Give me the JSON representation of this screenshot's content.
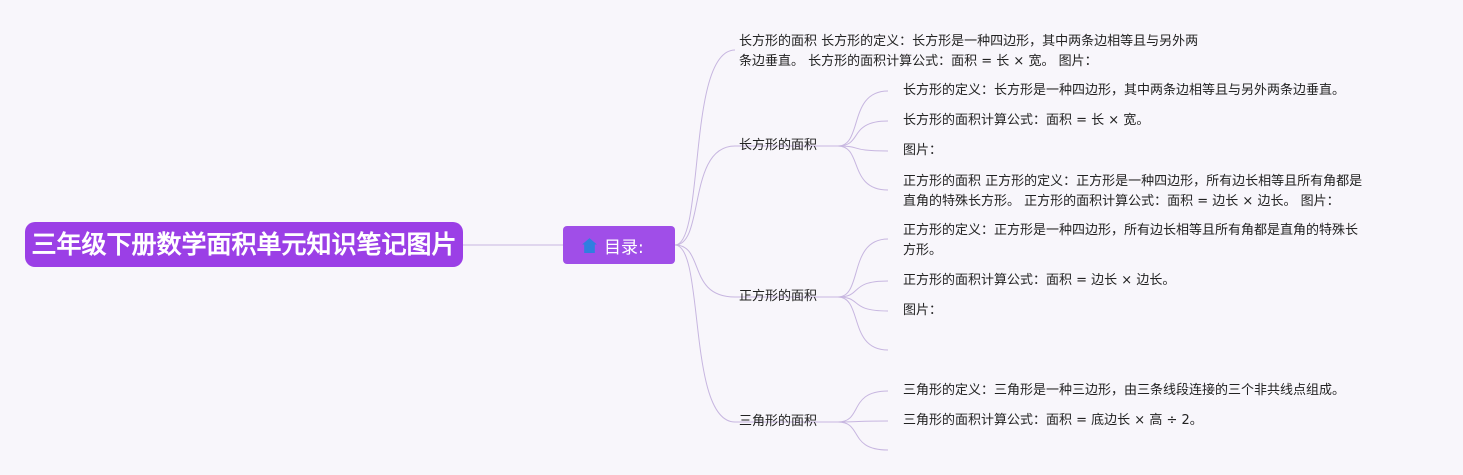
{
  "root": {
    "title": "三年级下册数学面积单元知识笔记图片"
  },
  "hub": {
    "label": "目录:",
    "icon": "house-icon",
    "color": "#a04ee8"
  },
  "colors": {
    "root": "#9b3fe6",
    "line": "#c7b6e0",
    "background": "#f8f6fb"
  },
  "summary": {
    "line1": "长方形的面积 长方形的定义：长方形是一种四边形，其中两条边相等且与另外两",
    "line2": "条边垂直。 长方形的面积计算公式：面积 = 长 × 宽。 图片："
  },
  "sections": [
    {
      "label": "长方形的面积",
      "children": [
        "长方形的定义：长方形是一种四边形，其中两条边相等且与另外两条边垂直。",
        "长方形的面积计算公式：面积 = 长 × 宽。",
        "图片：",
        [
          "正方形的面积 正方形的定义：正方形是一种四边形，所有边长相等且所有角都是",
          "直角的特殊长方形。 正方形的面积计算公式：面积 = 边长 × 边长。 图片："
        ]
      ]
    },
    {
      "label": "正方形的面积",
      "children": [
        [
          "正方形的定义：正方形是一种四边形，所有边长相等且所有角都是直角的特殊长",
          "方形。"
        ],
        "正方形的面积计算公式：面积 = 边长 × 边长。",
        "图片：",
        ""
      ]
    },
    {
      "label": "三角形的面积",
      "children": [
        "三角形的定义：三角形是一种三边形，由三条线段连接的三个非共线点组成。",
        "三角形的面积计算公式：面积 = 底边长 × 高 ÷ 2。",
        ""
      ]
    }
  ]
}
